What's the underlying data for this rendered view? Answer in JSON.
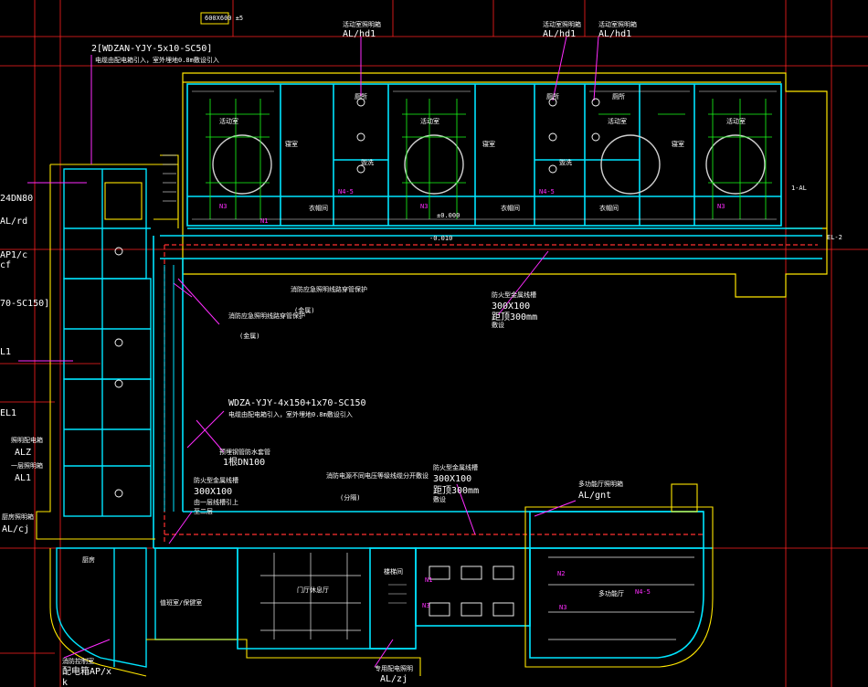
{
  "colors": {
    "background": "#000000",
    "wall": "#00e5ff",
    "wall_inner": "#2fbfd8",
    "grid": "#ff2020",
    "annotation": "#ffffff",
    "yellow": "#ffe600",
    "magenta": "#ff2cff",
    "green": "#19ff19",
    "cable_tray": "#ff3030",
    "orange": "#ff9900"
  },
  "labels": {
    "spec_top": "600X600 ±5",
    "feeder_top_code": "2[WDZAN-YJY-5x10-SC50]",
    "feeder_top_note": "电缆由配电箱引入，室外埋地0.8m敷设引入",
    "panel_hd1_left_title": "活动室照明箱",
    "panel_hd1_left": "AL/hd1",
    "panel_hd1_mid_title": "活动室照明箱",
    "panel_hd1_mid": "AL/hd1",
    "panel_hd1_right_title": "活动室照明箱",
    "panel_hd1_right": "AL/hd1",
    "left_dn80": "24DN80",
    "left_rd": "AL/rd",
    "left_ap1c": "AP1/c",
    "left_cf": "cf",
    "left_sc150": "70-SC150]",
    "left_ll": "L1",
    "left_el1": "EL1",
    "left_alz_title": "照明配电箱",
    "left_alz": "ALZ",
    "left_al1_title": "一层照明箱",
    "left_al1": "AL1",
    "left_alcj_title": "厨房照明箱",
    "left_alcj": "AL/cj",
    "bottom_left_ap": "配电箱AP/x",
    "bottom_left_title": "消防控制室",
    "bottom_left_k": "k",
    "tray_note_1": "消防应急照明线路穿管保护",
    "tray_note_1b": "(金属)",
    "tray_note_2": "消防应急照明线路穿管保护",
    "tray_note_2b": "(金属)",
    "tray_mid_title": "防火型金属线槽",
    "tray_mid_size": "300X100",
    "tray_mid_height": "距顶300mm",
    "tray_mid_note": "敷设",
    "feeder_mid_code": "WDZA-YJY-4x150+1x70-SC150",
    "feeder_mid_note": "电缆由配电箱引入，室外埋地0.8m敷设引入",
    "dn100_title": "预埋钢管防水套管",
    "dn100": "1根DN100",
    "tray_low_title": "防火型金属线槽",
    "tray_low_size": "300X100",
    "tray_low_note1": "由一层线槽引上",
    "tray_low_note2": "至二层",
    "tray_bot_title": "防火型金属线槽",
    "tray_bot_size": "300X100",
    "tray_bot_height": "距顶300mm",
    "tray_bot_note": "敷设",
    "tray_center_note": "消防电源不同电压等级线缆分开敷设",
    "tray_center_note2": "(分隔)",
    "panel_gnt_title": "多功能厅照明箱",
    "panel_gnt": "AL/gnt",
    "panel_zj_title": "专用配电照明",
    "panel_zj": "AL/zj",
    "room_activity": "活动室",
    "room_bedroom": "寝室",
    "room_toilet": "厕所",
    "room_wash": "盥洗",
    "room_cloak": "衣帽间",
    "room_kitchen": "厨房",
    "room_hall": "门厅休息厅",
    "room_multi": "多功能厅",
    "room_office": "值班室/保健室",
    "room_stair": "楼梯间",
    "elev": "±0.000",
    "elev_corr": "-0.010",
    "right_tag": "EL-2",
    "right_tag2": "1-AL"
  }
}
